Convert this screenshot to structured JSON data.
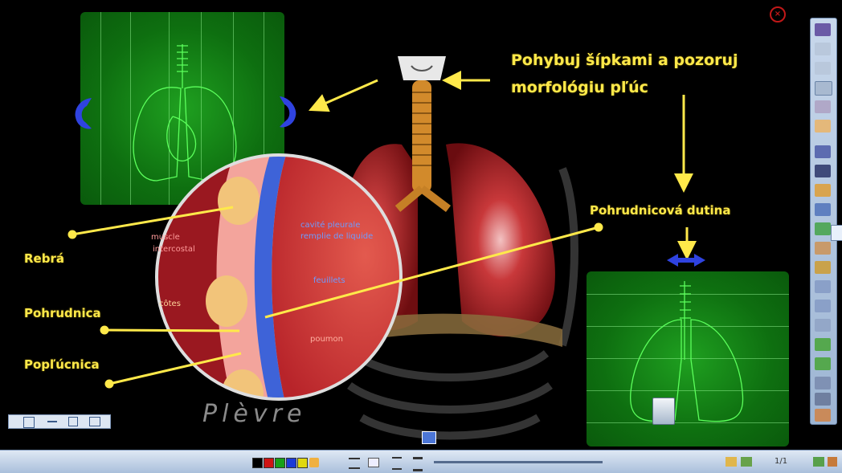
{
  "title_instruction_line1": "Pohybuj šípkami a pozoruj",
  "title_instruction_line2": "morfológiu pľúc",
  "labels": {
    "rebra": "Rebrá",
    "pohrudnica": "Pohrudnica",
    "poplucnica": "Popľúcnica",
    "pohrudnicova_dutina": "Pohrudnicová dutina",
    "plevre": "Plèvre"
  },
  "magnifier_labels": {
    "muscle": "muscle",
    "intercostal": "intercostal",
    "cotes": "côtes",
    "cavite_line1": "cavité pleurale",
    "cavite_line2": "remplie de liquide",
    "feuillets": "feuillets",
    "poumon": "poumon"
  },
  "colors": {
    "accent_yellow": "#ffe94a",
    "xray_green": "#15901a",
    "lung_red": "#b81f23",
    "pleura_blue": "#3e63d8"
  },
  "toolbar_right_icons": [
    "pointer-icon",
    "pen-icon",
    "highlighter-icon",
    "select-icon",
    "text-icon",
    "shape-icon",
    "line-icon",
    "eraser-icon",
    "fill-icon",
    "zoom-icon",
    "insert-icon",
    "screen-icon",
    "camera-icon",
    "record-icon",
    "undo-icon",
    "redo-icon",
    "page-icon",
    "delete-icon",
    "prev-icon",
    "next-icon",
    "settings-icon",
    "exit-icon"
  ],
  "bottom_swatches": [
    "#000000",
    "#d01414",
    "#18a018",
    "#1c3ad8",
    "#e0d810"
  ],
  "bottom_icons": [
    "lines-thin-icon",
    "text-size-icon",
    "lines-medium-icon",
    "lines-thick-icon"
  ],
  "bottom_right": {
    "page_label": "1/1"
  }
}
